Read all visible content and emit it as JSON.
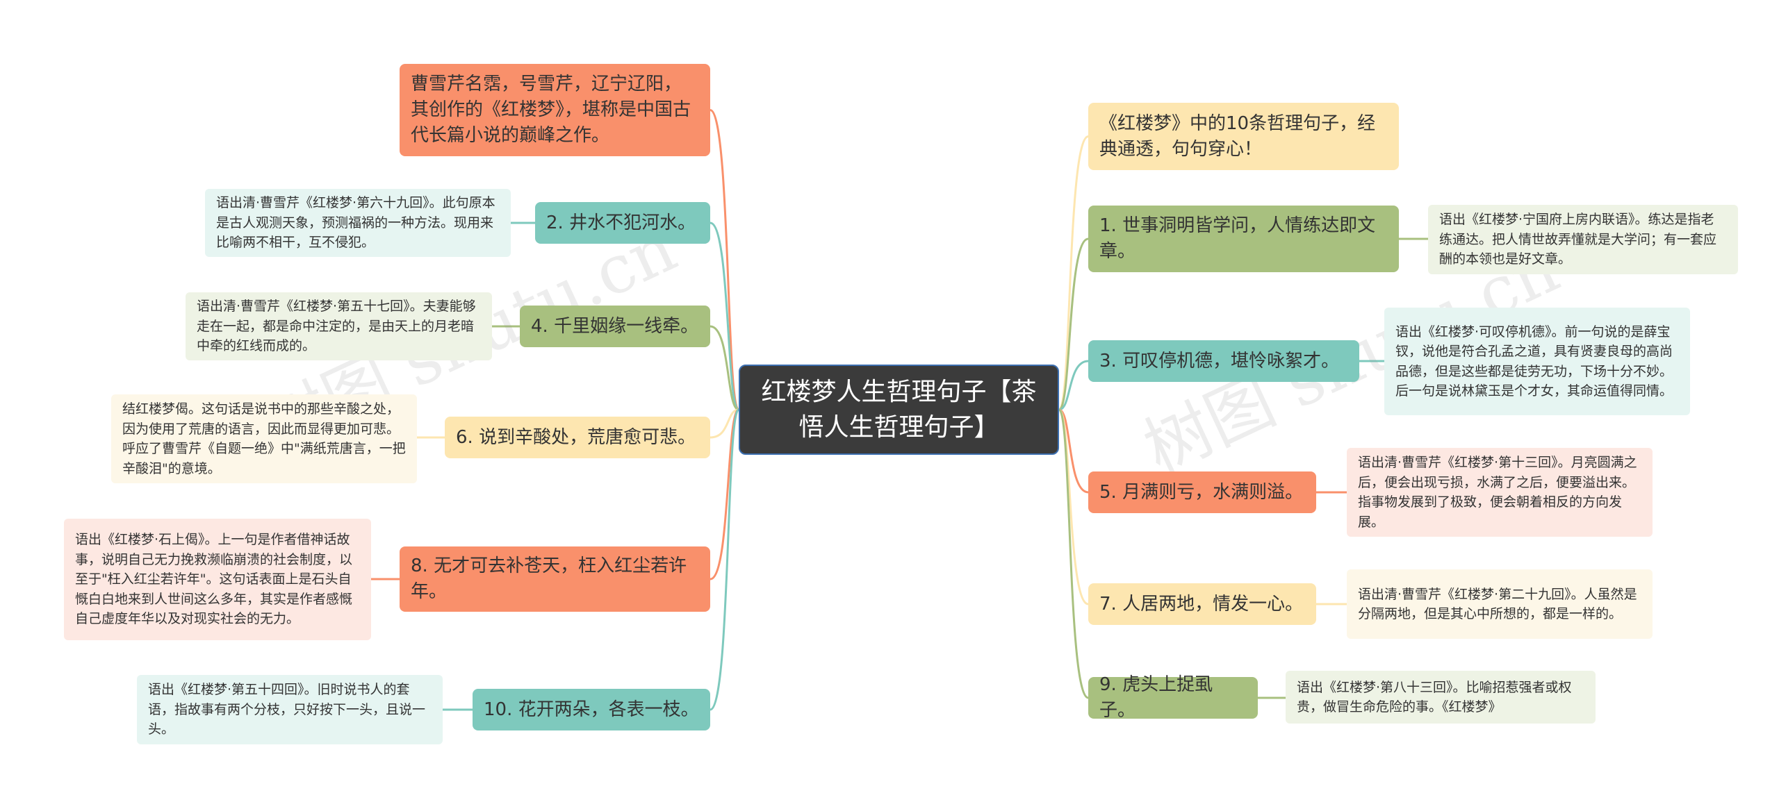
{
  "root": {
    "title": "红楼梦人生哲理句子【茶悟人生哲理句子】"
  },
  "colors": {
    "root_bg": "#3b3b3b",
    "root_border": "#3c6fb0",
    "orange": "#f9906b",
    "orange_light": "#fde8e2",
    "teal": "#7ec9bd",
    "teal_light": "#e6f5f2",
    "olive": "#a8c07f",
    "olive_light": "#eef3e5",
    "yellow": "#fde6b0",
    "yellow_light": "#fdf7e8"
  },
  "left": [
    {
      "branch": "曹雪芹名霑，号雪芹，辽宁辽阳，其创作的《红楼梦》，堪称是中国古代长篇小说的巅峰之作。",
      "detail": ""
    },
    {
      "branch": "2. 井水不犯河水。",
      "detail": "语出清·曹雪芹《红楼梦·第六十九回》。此句原本是古人观测天象，预测福祸的一种方法。现用来比喻两不相干，互不侵犯。"
    },
    {
      "branch": "4. 千里姻缘一线牵。",
      "detail": "语出清·曹雪芹《红楼梦·第五十七回》。夫妻能够走在一起，都是命中注定的，是由天上的月老暗中牵的红线而成的。"
    },
    {
      "branch": "6. 说到辛酸处，荒唐愈可悲。",
      "detail": "结红楼梦偈。这句话是说书中的那些辛酸之处，因为使用了荒唐的语言，因此而显得更加可悲。呼应了曹雪芹《自题一绝》中\"满纸荒唐言，一把辛酸泪\"的意境。"
    },
    {
      "branch": "8. 无才可去补苍天，枉入红尘若许年。",
      "detail": "语出《红楼梦·石上偈》。上一句是作者借神话故事，说明自己无力挽救濒临崩溃的社会制度，以至于\"枉入红尘若许年\"。这句话表面上是石头自慨白白地来到人世间这么多年，其实是作者感慨自己虚度年华以及对现实社会的无力。"
    },
    {
      "branch": "10. 花开两朵，各表一枝。",
      "detail": "语出《红楼梦·第五十四回》。旧时说书人的套语，指故事有两个分枝，只好按下一头，且说一头。"
    }
  ],
  "right": [
    {
      "branch": "《红楼梦》中的10条哲理句子，经典通透，句句穿心！",
      "detail": ""
    },
    {
      "branch": "1. 世事洞明皆学问，人情练达即文章。",
      "detail": "语出《红楼梦·宁国府上房内联语》。练达是指老练通达。把人情世故弄懂就是大学问；有一套应酬的本领也是好文章。"
    },
    {
      "branch": "3. 可叹停机德，堪怜咏絮才。",
      "detail": "语出《红楼梦·可叹停机德》。前一句说的是薛宝钗，说他是符合孔孟之道，具有贤妻良母的高尚品德，但是这些都是徒劳无功，下场十分不妙。后一句是说林黛玉是个才女，其命运值得同情。"
    },
    {
      "branch": "5. 月满则亏，水满则溢。",
      "detail": "语出清·曹雪芹《红楼梦·第十三回》。月亮圆满之后，便会出现亏损，水满了之后，便要溢出来。指事物发展到了极致，便会朝着相反的方向发展。"
    },
    {
      "branch": "7. 人居两地，情发一心。",
      "detail": "语出清·曹雪芹《红楼梦·第二十九回》。人虽然是分隔两地，但是其心中所想的，都是一样的。"
    },
    {
      "branch": "9. 虎头上捉虱子。",
      "detail": "语出《红楼梦·第八十三回》。比喻招惹强者或权贵，做冒生命危险的事。《红楼梦》"
    }
  ],
  "watermark": [
    "树图 shutu.cn",
    "树图 shutu.cn"
  ]
}
